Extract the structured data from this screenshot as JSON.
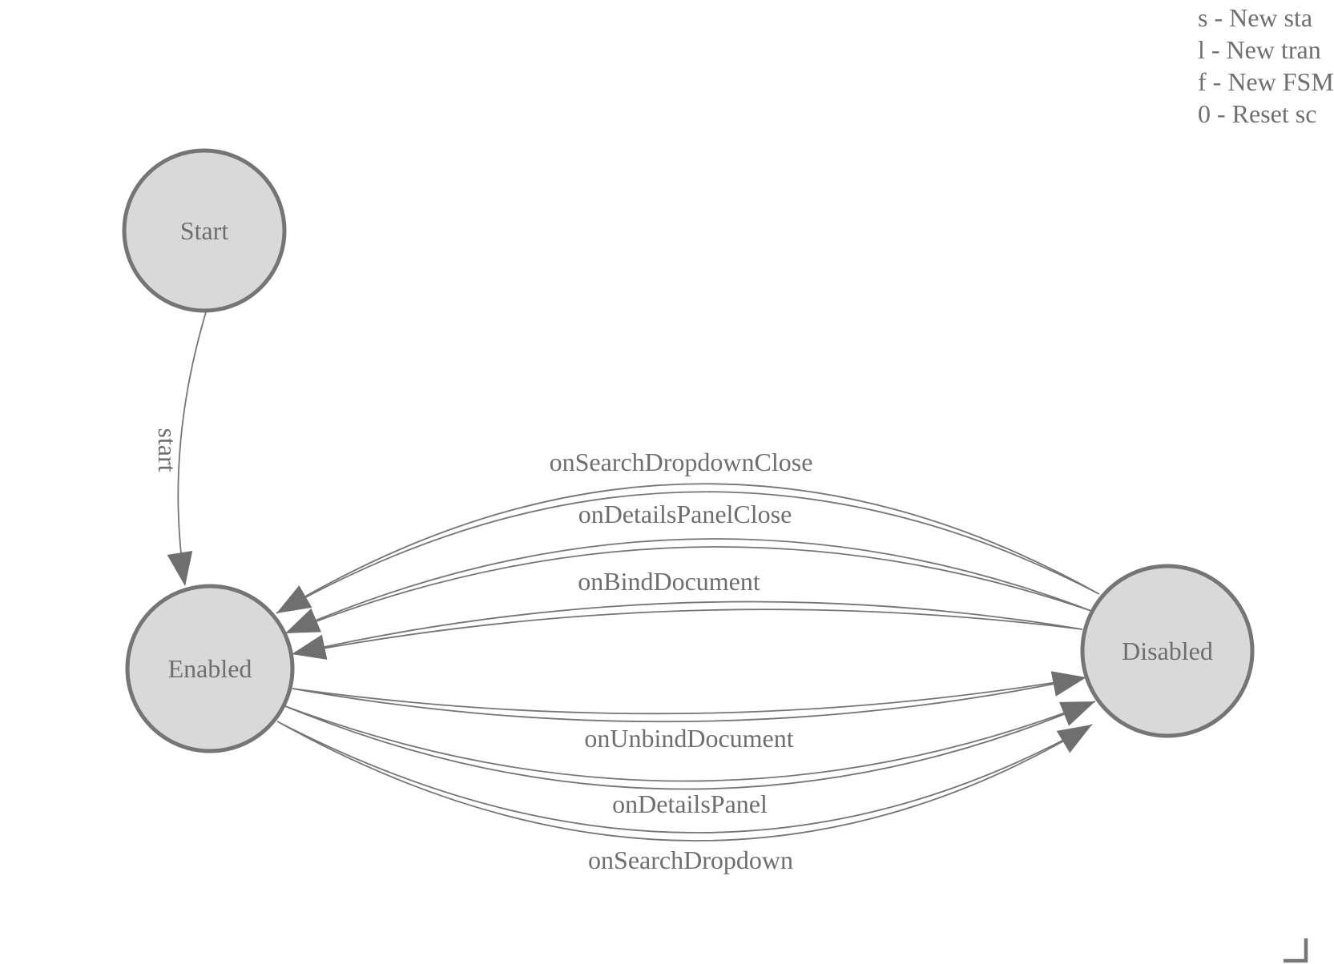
{
  "diagram": {
    "states": {
      "start": {
        "label": "Start"
      },
      "enabled": {
        "label": "Enabled"
      },
      "disabled": {
        "label": "Disabled"
      }
    },
    "transitions": {
      "t_start": {
        "label": "start",
        "from": "Start",
        "to": "Enabled"
      },
      "t1": {
        "label": "onSearchDropdownClose",
        "from": "Disabled",
        "to": "Enabled"
      },
      "t2": {
        "label": "onDetailsPanelClose",
        "from": "Disabled",
        "to": "Enabled"
      },
      "t3": {
        "label": "onBindDocument",
        "from": "Disabled",
        "to": "Enabled"
      },
      "t4": {
        "label": "onUnbindDocument",
        "from": "Enabled",
        "to": "Disabled"
      },
      "t5": {
        "label": "onDetailsPanel",
        "from": "Enabled",
        "to": "Disabled"
      },
      "t6": {
        "label": "onSearchDropdown",
        "from": "Enabled",
        "to": "Disabled"
      }
    }
  },
  "legend": {
    "lines": [
      "s - New sta",
      "l - New tran",
      "f - New FSM",
      "0 - Reset sc"
    ]
  },
  "colors": {
    "background": "#ffffff",
    "node_fill": "#d9d9d9",
    "node_stroke": "#757575",
    "edge": "#757575",
    "arrow": "#6f6f6f",
    "text": "#6e6e6e"
  }
}
